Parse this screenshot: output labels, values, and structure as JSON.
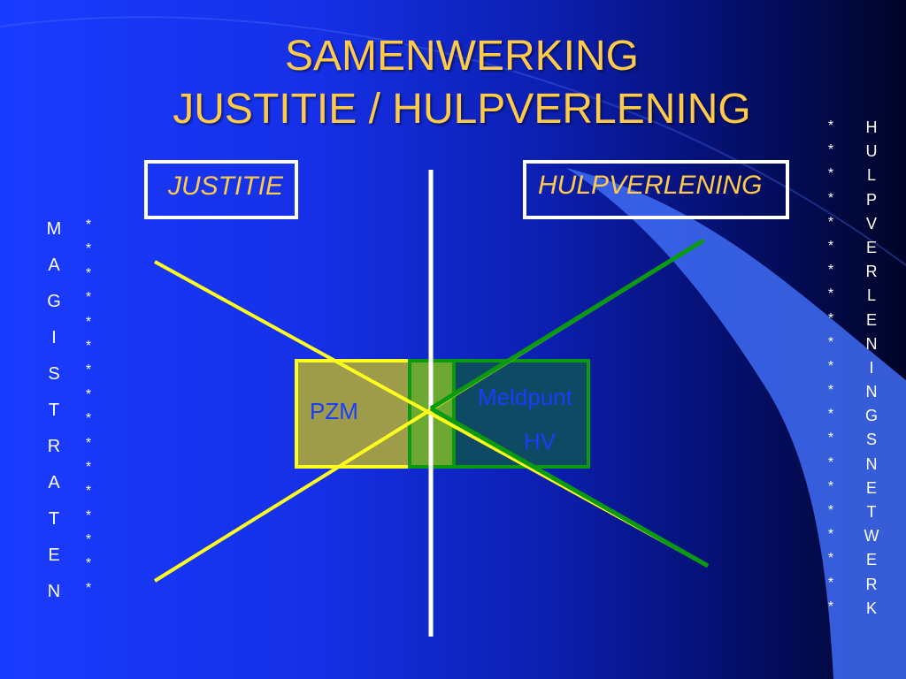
{
  "title": {
    "line1": "SAMENWERKING",
    "line2": "JUSTITIE / HULPVERLENING"
  },
  "boxes": {
    "justitie": "JUSTITIE",
    "hulpverlening": "HULPVERLENING",
    "pzm": "PZM",
    "meldpunt": "Meldpunt",
    "hv": "HV"
  },
  "left_column": {
    "letters": [
      "M",
      "A",
      "G",
      "I",
      "S",
      "T",
      "R",
      "A",
      "T",
      "E",
      "N"
    ],
    "stars": [
      "*",
      "*",
      "*",
      "*",
      "*",
      "*",
      "*",
      "*",
      "*",
      "*",
      "*",
      "*",
      "*",
      "*",
      "*",
      "*"
    ]
  },
  "right_column": {
    "letters": [
      "H",
      "U",
      "L",
      "P",
      "V",
      "E",
      "R",
      "L",
      "E",
      "N",
      "I",
      "N",
      "G",
      "S",
      "N",
      "E",
      "T",
      "W",
      "E",
      "R",
      "K"
    ],
    "stars": [
      "*",
      "*",
      "*",
      "*",
      "*",
      "*",
      "*",
      "*",
      "*",
      "*",
      "*",
      "*",
      "*",
      "*",
      "*",
      "*",
      "*",
      "*",
      "*",
      "*",
      "*"
    ]
  },
  "colors": {
    "title": "#ffc94a",
    "yellow_line": "#ffff1e",
    "green_line": "#0a9a10",
    "divider": "#ffffff",
    "inner_text": "#1a3cff",
    "pzm_fill": "#9e9c4a",
    "hv_fill": "#0e4a63",
    "overlap_fill": "#78b42c",
    "light_wedge": "#3f6cf5"
  }
}
